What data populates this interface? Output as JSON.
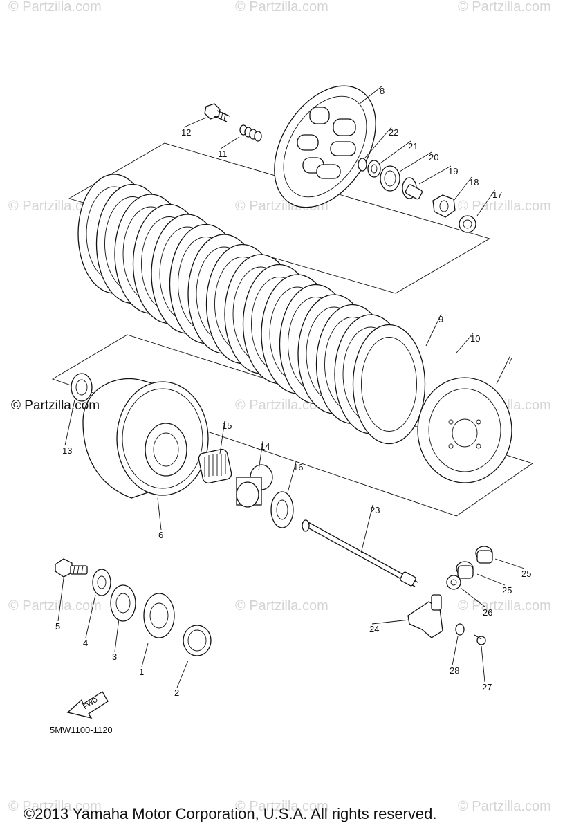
{
  "watermark_text": "© Partzilla.com",
  "brand_text": "© Partzilla.com",
  "diagram_code": "5MW1100-1120",
  "fwd_label": "FWD",
  "copyright": "©2013 Yamaha Motor Corporation, U.S.A. All rights reserved.",
  "callouts": [
    "1",
    "2",
    "3",
    "4",
    "5",
    "6",
    "7",
    "8",
    "9",
    "10",
    "11",
    "12",
    "13",
    "14",
    "15",
    "16",
    "17",
    "18",
    "19",
    "20",
    "21",
    "22",
    "23",
    "24",
    "25",
    "25",
    "26",
    "27",
    "28"
  ]
}
